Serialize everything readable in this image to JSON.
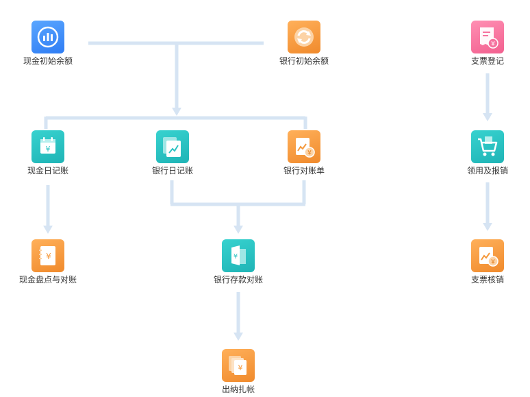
{
  "nodes": {
    "cash_initial_balance": {
      "label": "现金初始余额",
      "icon": "chart-bars-icon",
      "color": "#3a8ef6"
    },
    "bank_initial_balance": {
      "label": "银行初始余额",
      "icon": "refresh-cycle-icon",
      "color": "#f5993c"
    },
    "check_register": {
      "label": "支票登记",
      "icon": "receipt-yen-icon",
      "color": "#f5739f"
    },
    "cash_journal": {
      "label": "现金日记账",
      "icon": "calendar-yen-icon",
      "color": "#2cc3c3"
    },
    "bank_journal": {
      "label": "银行日记账",
      "icon": "ledger-chart-icon",
      "color": "#2cc3c3"
    },
    "bank_statement": {
      "label": "银行对账单",
      "icon": "statement-yen-icon",
      "color": "#f5993c"
    },
    "receive_reimburse": {
      "label": "领用及报销",
      "icon": "shopping-cart-icon",
      "color": "#2cc3c3"
    },
    "cash_count_reconcile": {
      "label": "现金盘点与对账",
      "icon": "notebook-yen-icon",
      "color": "#f5993c"
    },
    "bank_deposit_reconcile": {
      "label": "银行存款对账",
      "icon": "deposit-book-icon",
      "color": "#2cc3c3"
    },
    "check_writeoff": {
      "label": "支票核销",
      "icon": "writeoff-chart-icon",
      "color": "#f5993c"
    },
    "cashier_closing": {
      "label": "出纳扎帐",
      "icon": "stacked-bills-icon",
      "color": "#f5993c"
    }
  },
  "connector_color": "#d6e4f3"
}
